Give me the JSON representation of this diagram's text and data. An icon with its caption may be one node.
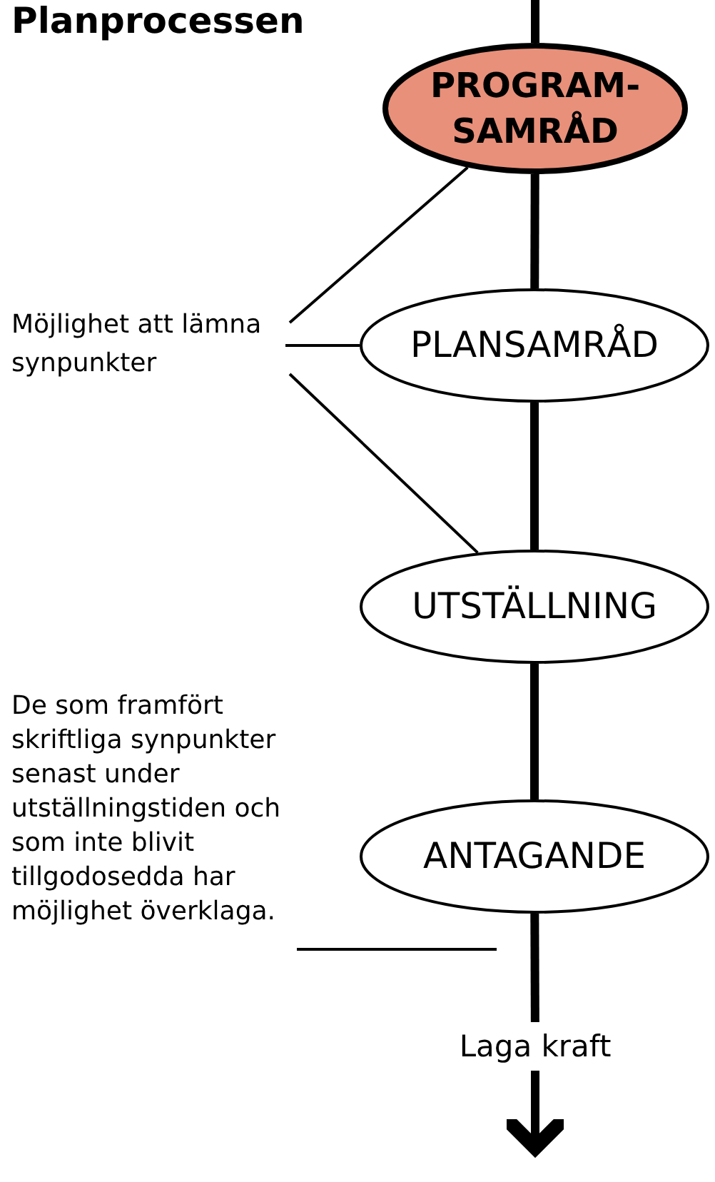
{
  "diagram": {
    "title": "Planprocessen",
    "nodes": [
      {
        "text": [
          "PROGRAM-SAMRÅD"
        ]
      },
      {
        "text": [
          "Möjlighet att lämna synpunkter"
        ]
      },
      {
        "text": [
          "PLANSAMRÅD"
        ]
      },
      {
        "text": [
          "UTSTÄLLNING"
        ]
      },
      {
        "text": [
          "De som framfört skriftliga synpunkter senast under utställningstiden och som inte blivit tillgodosedda har möjlighet överklaga."
        ]
      },
      {
        "text": [
          "ANTAGANDE"
        ]
      },
      {
        "text": [
          "Laga kraft"
        ]
      }
    ],
    "edges": [
      {
        "from": null,
        "to": 0,
        "arrow": "none"
      },
      {
        "from": 0,
        "to": 2,
        "arrow": "none"
      },
      {
        "from": 2,
        "to": 3,
        "arrow": "none"
      },
      {
        "from": 3,
        "to": 5,
        "arrow": "none"
      },
      {
        "from": 5,
        "to": 6,
        "arrow": "none"
      },
      {
        "from": 6,
        "to": null,
        "arrow": "to"
      },
      {
        "from": 1,
        "to": 0,
        "arrow": "none"
      },
      {
        "from": 1,
        "to": 2,
        "arrow": "none"
      },
      {
        "from": 1,
        "to": 3,
        "arrow": "none"
      },
      {
        "from": 4,
        "to": null,
        "arrow": "none"
      }
    ]
  }
}
